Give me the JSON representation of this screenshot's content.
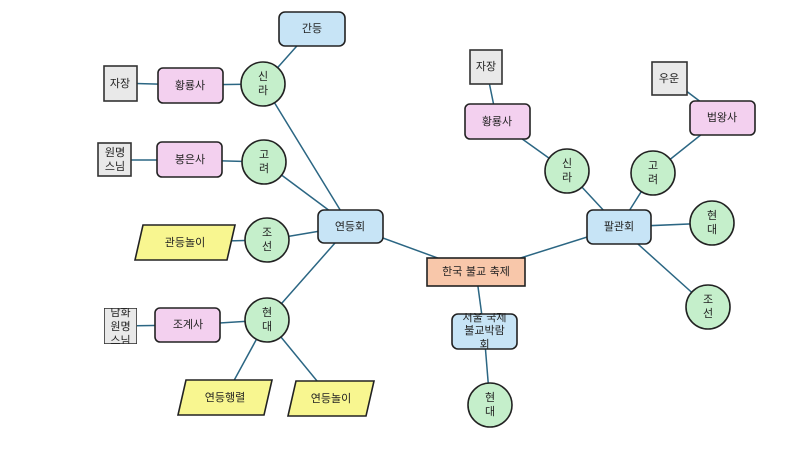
{
  "root": "한국 불교 축제",
  "yeondeunghoe": {
    "label": "연등회",
    "silla": {
      "label1": "신",
      "label2": "라",
      "gandeung": "간등",
      "temple": "황룡사",
      "monk": "자장"
    },
    "goryeo": {
      "label1": "고",
      "label2": "려",
      "temple": "봉은사",
      "monk1": "원명",
      "monk2": "스님"
    },
    "joseon": {
      "label1": "조",
      "label2": "선",
      "event": "관등놀이"
    },
    "modern": {
      "label1": "현",
      "label2": "대",
      "temple": "조계사",
      "monk1": "담화",
      "monk2": "원명",
      "monk3": "스님",
      "event1": "연등행렬",
      "event2": "연등놀이"
    }
  },
  "palgwanhoe": {
    "label": "팔관회",
    "silla": {
      "label1": "신",
      "label2": "라",
      "temple": "황룡사",
      "monk": "자장"
    },
    "goryeo": {
      "label1": "고",
      "label2": "려",
      "temple": "법왕사",
      "monk": "우운"
    },
    "modern": {
      "label1": "현",
      "label2": "대"
    },
    "joseon": {
      "label1": "조",
      "label2": "선"
    }
  },
  "expo": {
    "line1": "서울 국제",
    "line2": "불교박람",
    "line3": "회",
    "modern": {
      "label1": "현",
      "label2": "대"
    }
  }
}
